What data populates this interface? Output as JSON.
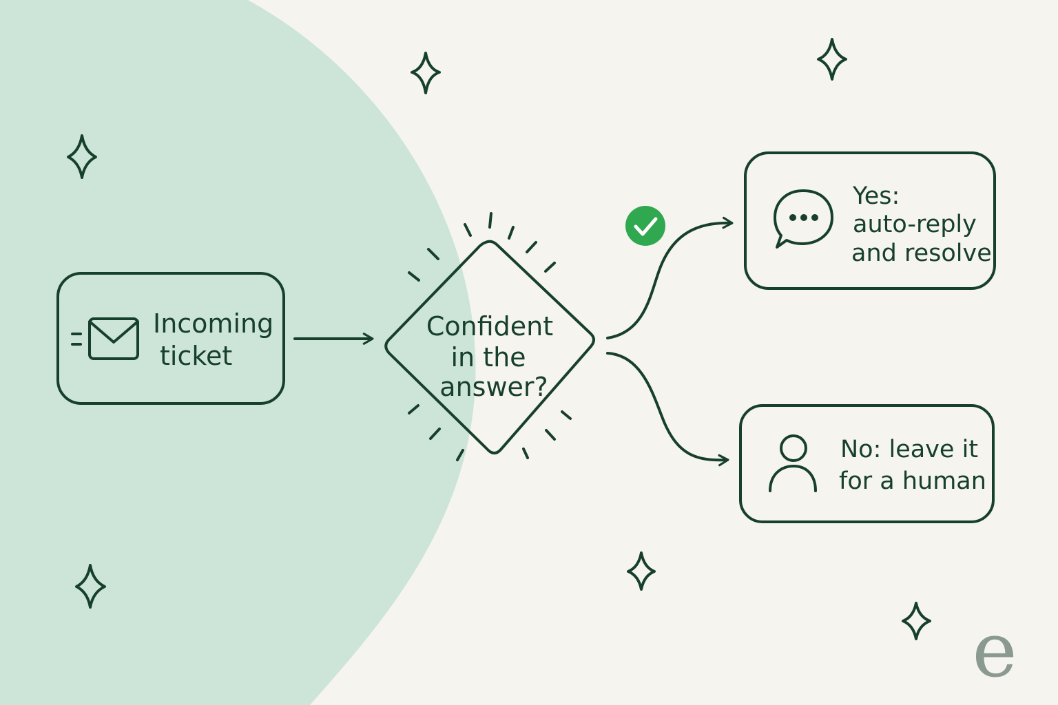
{
  "colors": {
    "background": "#f6f4ef",
    "blob": "#cde5d9",
    "ink": "#17402b",
    "check": "#2fa84f",
    "watermark": "#8a9a90"
  },
  "nodes": {
    "incoming": {
      "line1": "Incoming",
      "line2": "ticket",
      "icon": "envelope-icon"
    },
    "decision": {
      "line1": "Confident",
      "line2": "in the",
      "line3": "answer?"
    },
    "yes": {
      "line1": "Yes:",
      "line2": "auto-reply",
      "line3": "and resolve",
      "icon": "chat-bubble-icon"
    },
    "no": {
      "line1": "No: leave it",
      "line2": "for a human",
      "icon": "person-icon"
    }
  },
  "badges": {
    "yes_branch": "check-icon"
  },
  "watermark": "e"
}
